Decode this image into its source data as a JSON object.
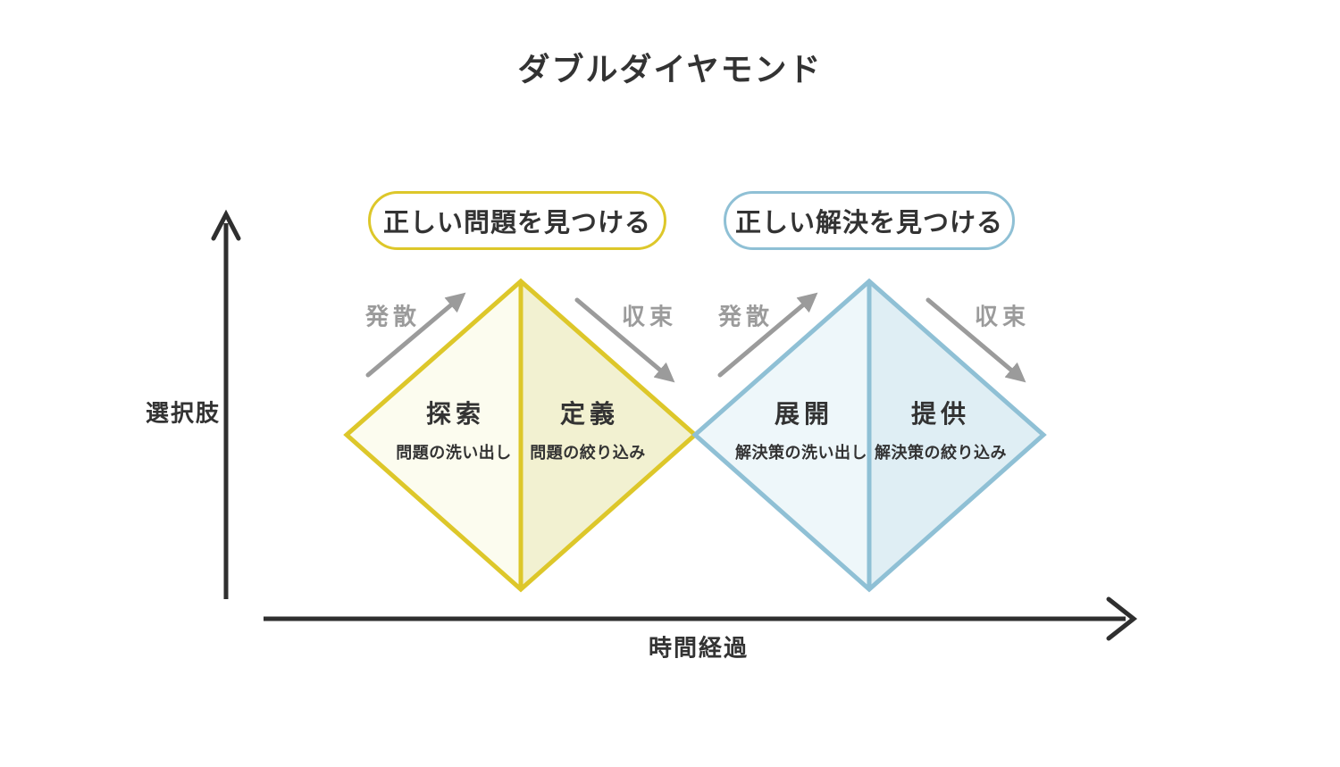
{
  "title": "ダブルダイヤモンド",
  "colors": {
    "yellow": "#ddc72a",
    "yellow_fill_left": "#fcfcef",
    "yellow_fill_right": "#f2f1d1",
    "blue": "#8fc0d5",
    "blue_fill_left": "#eef7fa",
    "blue_fill_right": "#dfeef4",
    "arrow_gray": "#9b9b9b",
    "axis_dark": "#2f2f2f",
    "text_dark": "#333333"
  },
  "pills": {
    "problem": "正しい問題を見つける",
    "solution": "正しい解決を見つける"
  },
  "diamonds": [
    {
      "name": "problem",
      "diverge_label": "発散",
      "converge_label": "収束",
      "phases": [
        {
          "title": "探索",
          "subtitle": "問題の洗い出し"
        },
        {
          "title": "定義",
          "subtitle": "問題の絞り込み"
        }
      ]
    },
    {
      "name": "solution",
      "diverge_label": "発散",
      "converge_label": "収束",
      "phases": [
        {
          "title": "展開",
          "subtitle": "解決策の洗い出し"
        },
        {
          "title": "提供",
          "subtitle": "解決策の絞り込み"
        }
      ]
    }
  ],
  "axes": {
    "y_label": "選択肢",
    "x_label": "時間経過"
  }
}
